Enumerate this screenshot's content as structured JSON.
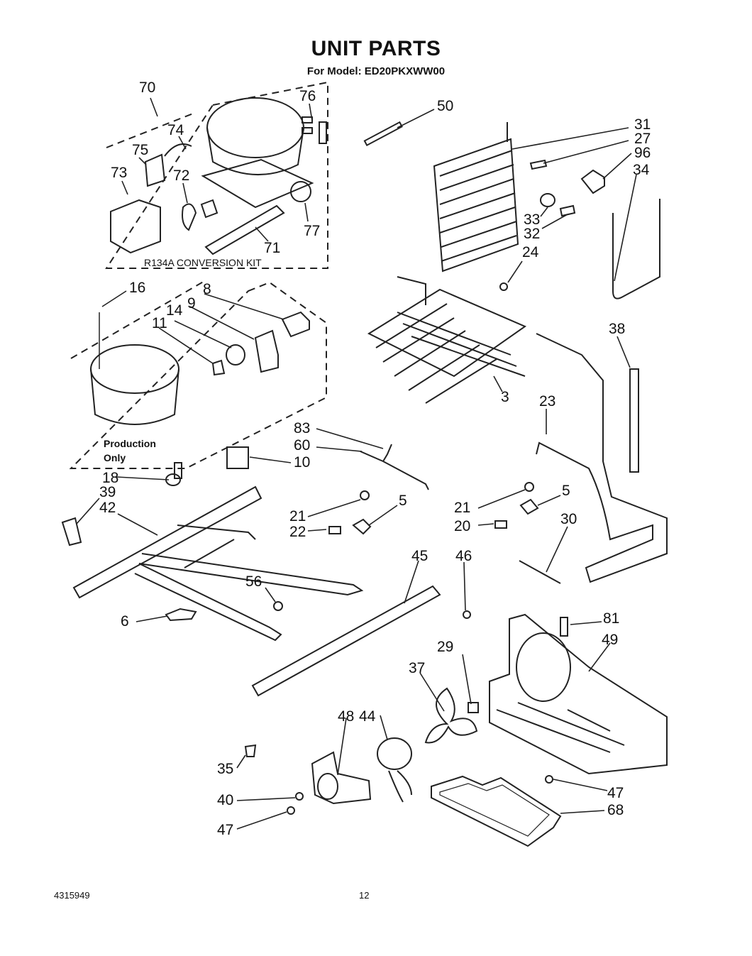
{
  "page": {
    "title": "UNIT PARTS",
    "subtitle": "For Model: ED20PKXWW00"
  },
  "kit_label": "R134A CONVERSION KIT",
  "production_note": [
    "Production",
    "Only"
  ],
  "part_labels": [
    "70",
    "76",
    "74",
    "75",
    "73",
    "72",
    "77",
    "71",
    "50",
    "31",
    "27",
    "96",
    "34",
    "33",
    "32",
    "24",
    "16",
    "8",
    "9",
    "14",
    "11",
    "3",
    "38",
    "23",
    "83",
    "60",
    "10",
    "18",
    "39",
    "42",
    "21",
    "22",
    "5",
    "21",
    "20",
    "5",
    "30",
    "45",
    "46",
    "56",
    "6",
    "81",
    "49",
    "29",
    "37",
    "44",
    "48",
    "35",
    "40",
    "47",
    "47",
    "68"
  ],
  "footer": {
    "doc_number": "4315949",
    "page_number": "12"
  }
}
